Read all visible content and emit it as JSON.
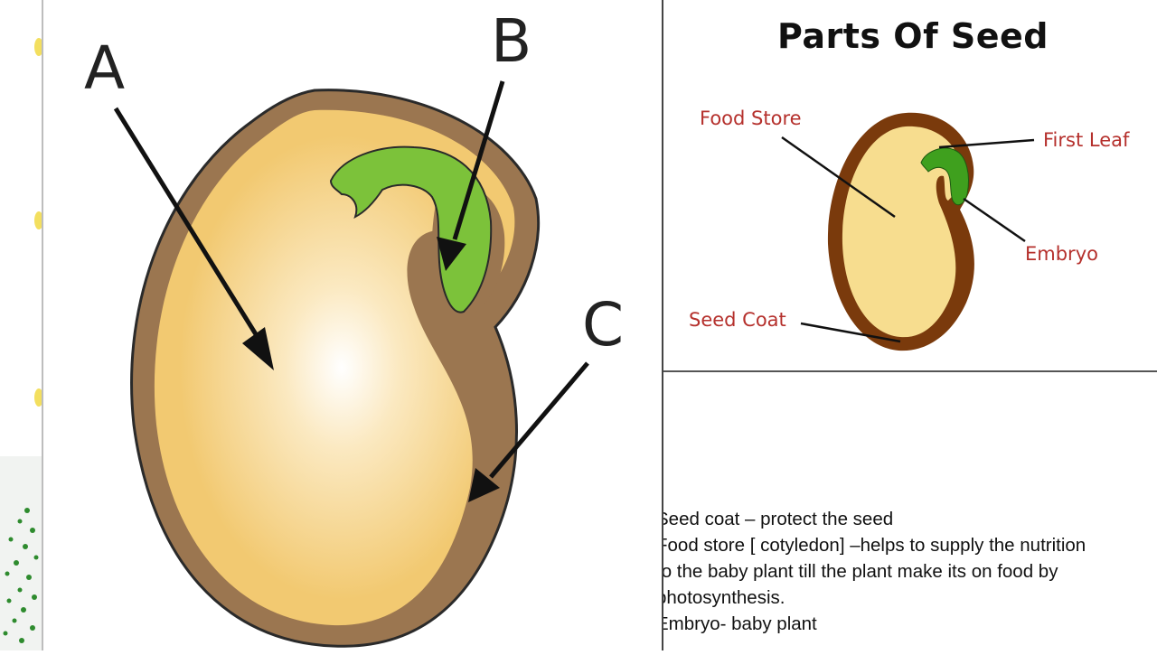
{
  "diagram": {
    "letters": {
      "a": "A",
      "b": "B",
      "c": "C"
    }
  },
  "card": {
    "title": "Parts Of Seed",
    "labels": {
      "food_store": "Food Store",
      "first_leaf": "First Leaf",
      "embryo": "Embryo",
      "seed_coat": "Seed Coat"
    }
  },
  "notes": [
    "Seed coat – protect the seed",
    "Food store [ cotyledon] –helps to supply the nutrition",
    "to the baby plant till the plant make its on food by",
    "photosynthesis.",
    "Embryo- baby plant"
  ],
  "colors": {
    "seed_coat": "#9b7650",
    "food_store": "#f2c971",
    "embryo": "#7cc23a",
    "label_red": "#b5302c",
    "small_seed_coat": "#7a3a0c"
  }
}
